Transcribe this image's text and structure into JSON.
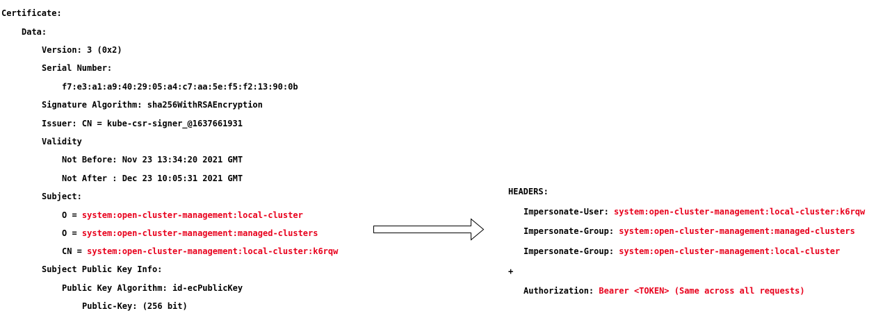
{
  "certificate": {
    "title": "Certificate:",
    "data": "Data:",
    "version": "Version: 3 (0x2)",
    "serial_label": "Serial Number:",
    "serial": "f7:e3:a1:a9:40:29:05:a4:c7:aa:5e:f5:f2:13:90:0b",
    "sig_alg": "Signature Algorithm: sha256WithRSAEncryption",
    "issuer": "Issuer: CN = kube-csr-signer_@1637661931",
    "validity": "Validity",
    "not_before": "Not Before: Nov 23 13:34:20 2021 GMT",
    "not_after": "Not After : Dec 23 10:05:31 2021 GMT",
    "subject": "Subject:",
    "o1_label": "O = ",
    "o1": "system:open-cluster-management:local-cluster",
    "o2_label": "O = ",
    "o2": "system:open-cluster-management:managed-clusters",
    "cn_label": "CN = ",
    "cn": "system:open-cluster-management:local-cluster:k6rqw",
    "spki": "Subject Public Key Info:",
    "pk_alg": "Public Key Algorithm: id-ecPublicKey",
    "pk": "Public-Key: (256 bit)"
  },
  "headers": {
    "title": "HEADERS:",
    "user_label": "Impersonate-User: ",
    "user": "system:open-cluster-management:local-cluster:k6rqw",
    "group1_label": "Impersonate-Group: ",
    "group1": "system:open-cluster-management:managed-clusters",
    "group2_label": "Impersonate-Group: ",
    "group2": "system:open-cluster-management:local-cluster",
    "plus": "+",
    "auth_label": "Authorization: ",
    "auth": "Bearer <TOKEN> (Same across all requests)"
  },
  "colors": {
    "highlight": "#e8001c"
  }
}
